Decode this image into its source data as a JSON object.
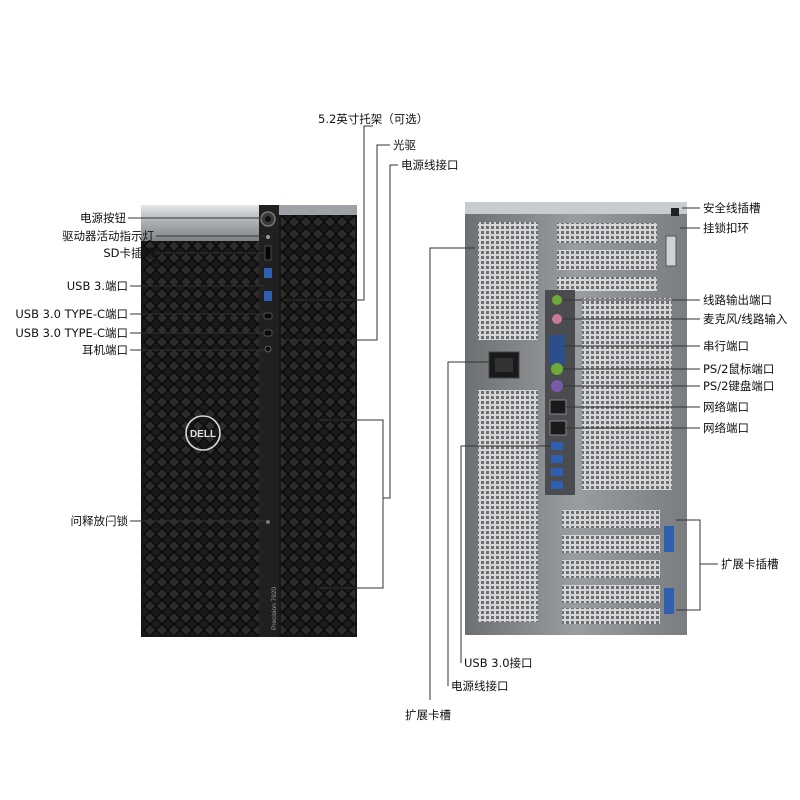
{
  "colors": {
    "leader_line": "#333333",
    "chassis_dark": "#1c1c1c",
    "chassis_mid": "#2a2a2a",
    "silver": "#b8bcc0",
    "rear_grey": "#8a8c8f",
    "port_blue": "#2e5fb0",
    "port_green": "#6cab3a",
    "port_purple": "#7a5aa8"
  },
  "front": {
    "brand_logo": "DELL",
    "model_text": "Precision 7920",
    "left_labels": {
      "power_button": "电源按钮",
      "drive_activity": "驱动器活动指示灯",
      "sd_slot": "SD卡插槽",
      "usb3": "USB 3.端口",
      "usbc_1": "USB 3.0 TYPE-C端口",
      "usbc_2": "USB 3.0 TYPE-C端口",
      "headphone": "耳机端口",
      "release_latch": "问释放闩锁"
    },
    "top_labels": {
      "bay": "5.2英寸托架（可选）",
      "optical": "光驱",
      "power_connector": "电源线接口"
    }
  },
  "rear": {
    "right_labels": {
      "security_slot": "安全线插槽",
      "padlock_ring": "挂锁扣环",
      "line_out": "线路输出端口",
      "mic_line_in": "麦克风/线路输入",
      "serial": "串行端口",
      "ps2_mouse": "PS/2鼠标端口",
      "ps2_keyboard": "PS/2键盘端口",
      "network_1": "网络端口",
      "network_2": "网络端口",
      "expansion_slot": "扩展卡插槽"
    },
    "bottom_labels": {
      "usb3": "USB 3.0接口",
      "power_connector": "电源线接口",
      "expansion_slot": "扩展卡槽"
    }
  }
}
